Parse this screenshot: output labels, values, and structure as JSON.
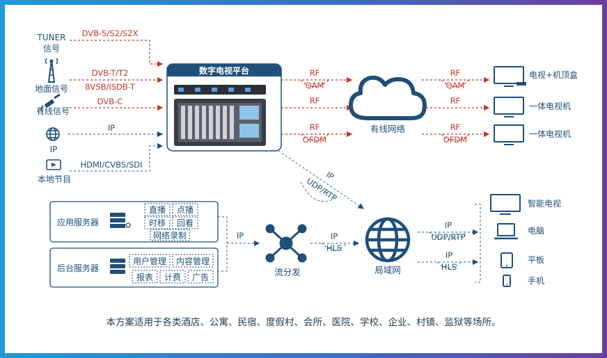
{
  "colors": {
    "primary": "#1f4f7a",
    "accent_red": "#c0392b",
    "dashed_blue": "#4a7ab0",
    "frame": "#2a9bd6"
  },
  "inputs": {
    "tuner": {
      "line1": "TUNER",
      "line2": "信号",
      "link": "DVB-S/S2/S2X"
    },
    "terrestrial": {
      "label": "地面信号",
      "link_top": "DVB-T/T2",
      "link_bottom": "8VSB/ISDB-T"
    },
    "cable": {
      "label": "有线信号",
      "link": "DVB-C"
    },
    "ip": {
      "label": "IP",
      "link": "IP"
    },
    "local": {
      "label": "本地节目",
      "link": "HDMI/CVBS/SDI"
    }
  },
  "platform": {
    "title": "数字电视平台"
  },
  "cloud": {
    "label": "有线网络"
  },
  "rf_links": {
    "left": [
      {
        "top": "RF",
        "bottom": "QAM"
      },
      {
        "top": "RF",
        "bottom": ""
      },
      {
        "top": "RF",
        "bottom": "OFDM"
      }
    ],
    "right": [
      {
        "top": "RF",
        "bottom": "QAM"
      },
      {
        "top": "RF",
        "bottom": ""
      },
      {
        "top": "RF",
        "bottom": "OFDM"
      }
    ]
  },
  "tv_outputs": [
    "电视+机顶盒",
    "一体电视机",
    "一体电视机"
  ],
  "platform_lan_link": {
    "top": "IP",
    "bottom": "UDP/RTP"
  },
  "servers": {
    "app": {
      "label": "应用服务器",
      "tags": [
        "直播",
        "点播",
        "时移",
        "回看",
        "网络录制"
      ]
    },
    "backend": {
      "label": "后台服务器",
      "tags": [
        "用户管理",
        "内容管理",
        "报表",
        "计费",
        "广告"
      ]
    }
  },
  "servers_link": {
    "label": "IP"
  },
  "distribution": {
    "label": "流分发"
  },
  "dist_lan_link": {
    "top": "IP",
    "bottom": "HLS"
  },
  "lan": {
    "label": "局域网"
  },
  "lan_links": [
    {
      "top": "IP",
      "bottom": "UDP/RTP"
    },
    {
      "top": "IP",
      "bottom": "HLS"
    }
  ],
  "devices": [
    "智能电视",
    "电脑",
    "平板",
    "手机"
  ],
  "footer": "本方案适用于各类酒店、公寓、民宿、度假村、会所、医院、学校、企业、村镇、监狱等场所。"
}
